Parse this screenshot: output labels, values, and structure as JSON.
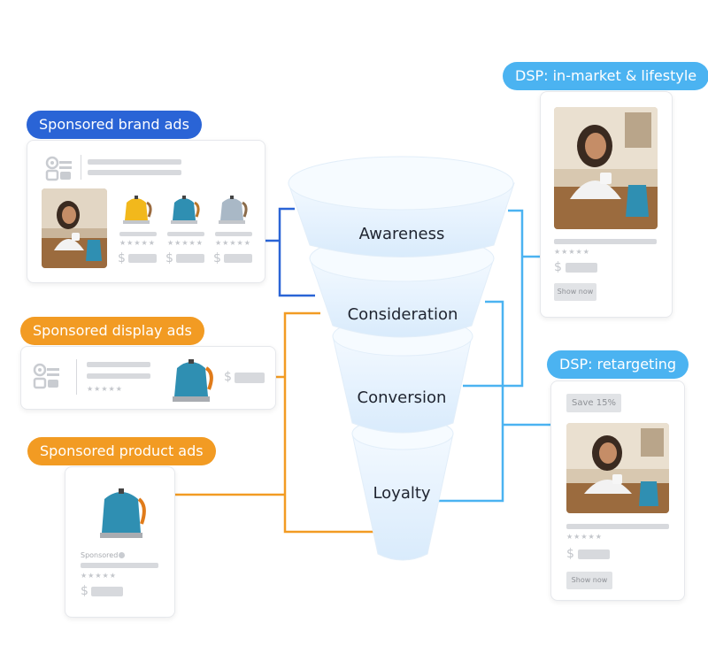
{
  "colors": {
    "brand_blue": "#2a64d6",
    "display_orange": "#f29b23",
    "dsp_light_blue": "#4bb3f1",
    "funnel_fill": "#e4f1fd"
  },
  "funnel": {
    "stages": [
      {
        "label": "Awareness"
      },
      {
        "label": "Consideration"
      },
      {
        "label": "Conversion"
      },
      {
        "label": "Loyalty"
      }
    ]
  },
  "sponsored_brand": {
    "title": "Sponsored brand ads",
    "icons": [
      "logo-placeholder-icon",
      "lifestyle-photo",
      "kettle-yellow",
      "kettle-blue",
      "kettle-silver"
    ]
  },
  "sponsored_display": {
    "title": "Sponsored display ads"
  },
  "sponsored_product": {
    "title": "Sponsored product ads",
    "sponsored_label": "Sponsored",
    "currency": "$"
  },
  "dsp_inmarket": {
    "title": "DSP: in-market & lifestyle",
    "button": "Show now",
    "currency": "$"
  },
  "dsp_retargeting": {
    "title": "DSP: retargeting",
    "badge": "Save 15%",
    "button": "Show now",
    "currency": "$"
  },
  "common": {
    "currency": "$",
    "stars": "★★★★★"
  }
}
